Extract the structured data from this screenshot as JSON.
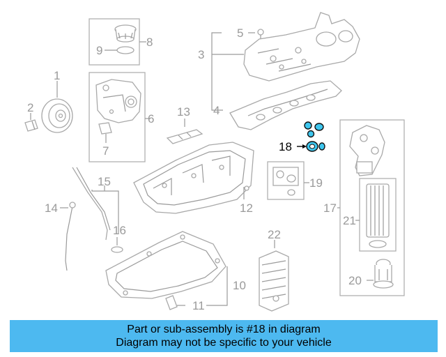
{
  "callouts": [
    "1",
    "2",
    "3",
    "4",
    "5",
    "6",
    "7",
    "8",
    "9",
    "10",
    "11",
    "12",
    "13",
    "14",
    "15",
    "16",
    "17",
    "18",
    "19",
    "20",
    "21",
    "22"
  ],
  "highlighted_part": "18",
  "colors": {
    "highlight": "#3ec6ee",
    "banner": "#4db9f0",
    "line": "#9a9a9a"
  },
  "banner": {
    "line1": "Part or sub-assembly is #18 in diagram",
    "line2": "Diagram may not be specific to your vehicle"
  }
}
